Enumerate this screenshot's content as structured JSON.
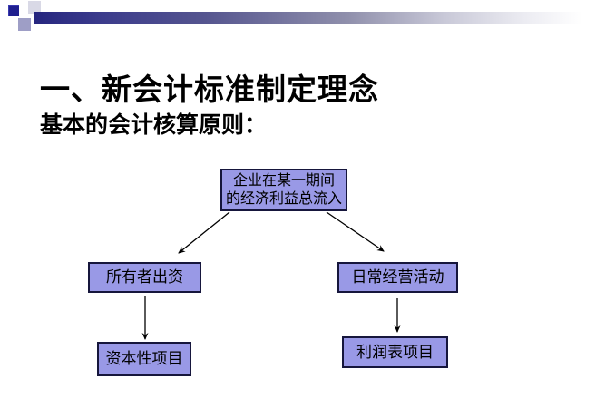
{
  "slide": {
    "title": "一、新会计标准制定理念",
    "subtitle": "基本的会计核算原则：",
    "colors": {
      "node_fill": "#9999e6",
      "node_border": "#16163c",
      "bar_dark": "#26267f",
      "square_dark": "#1f1f8f",
      "square_light": "#d9d9e6",
      "square_medium": "#9e9ec6"
    }
  },
  "diagram": {
    "nodes": [
      {
        "id": "source",
        "label": "企业在某一期间\n的经济利益总流入"
      },
      {
        "id": "owner",
        "label": "所有者出资"
      },
      {
        "id": "daily",
        "label": "日常经营活动"
      },
      {
        "id": "capital",
        "label": "资本性项目"
      },
      {
        "id": "income",
        "label": "利润表项目"
      }
    ],
    "edges": [
      {
        "from": "source",
        "to": "owner"
      },
      {
        "from": "source",
        "to": "daily"
      },
      {
        "from": "owner",
        "to": "capital"
      },
      {
        "from": "daily",
        "to": "income"
      }
    ]
  }
}
